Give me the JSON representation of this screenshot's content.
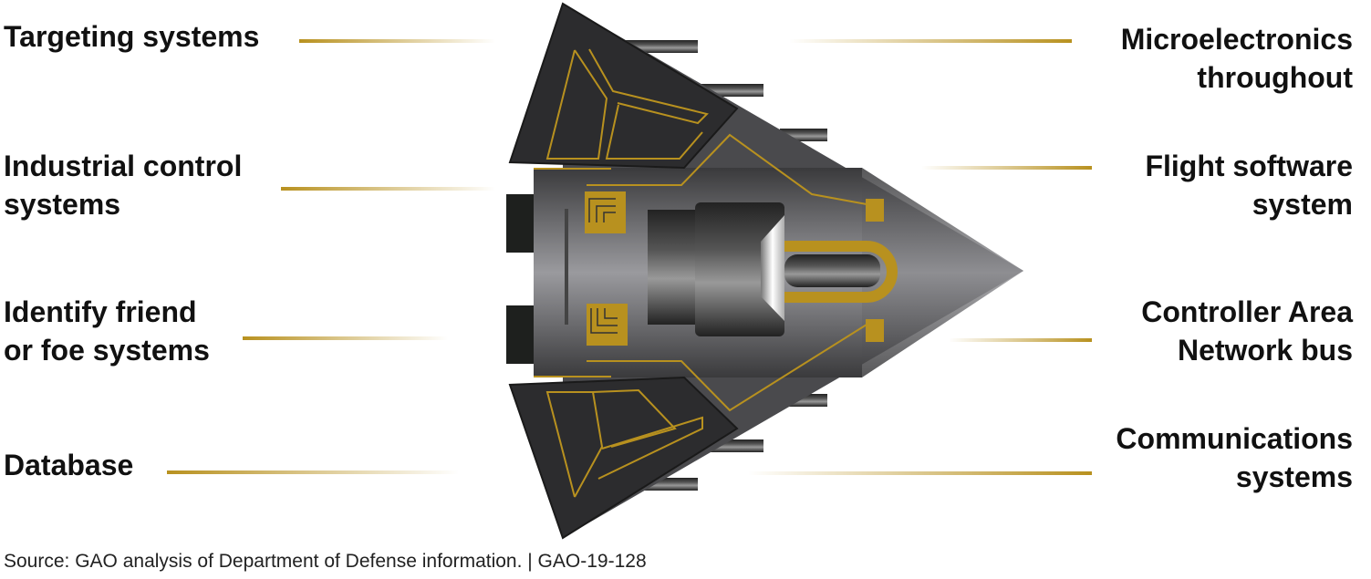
{
  "left_labels": [
    {
      "line1": "Targeting systems",
      "line2": ""
    },
    {
      "line1": "Industrial control",
      "line2": "systems"
    },
    {
      "line1": "Identify friend",
      "line2": "or foe systems"
    },
    {
      "line1": "Database",
      "line2": ""
    }
  ],
  "right_labels": [
    {
      "line1": "Microelectronics",
      "line2": "throughout"
    },
    {
      "line1": "Flight software",
      "line2": "system"
    },
    {
      "line1": "Controller Area",
      "line2": "Network bus"
    },
    {
      "line1": "Communications",
      "line2": "systems"
    }
  ],
  "source": "Source: GAO analysis of Department of Defense information.  |  GAO-19-128",
  "colors": {
    "accent": "#b8911f",
    "body": "#5a5a5c",
    "dark": "#2a2a2c"
  }
}
